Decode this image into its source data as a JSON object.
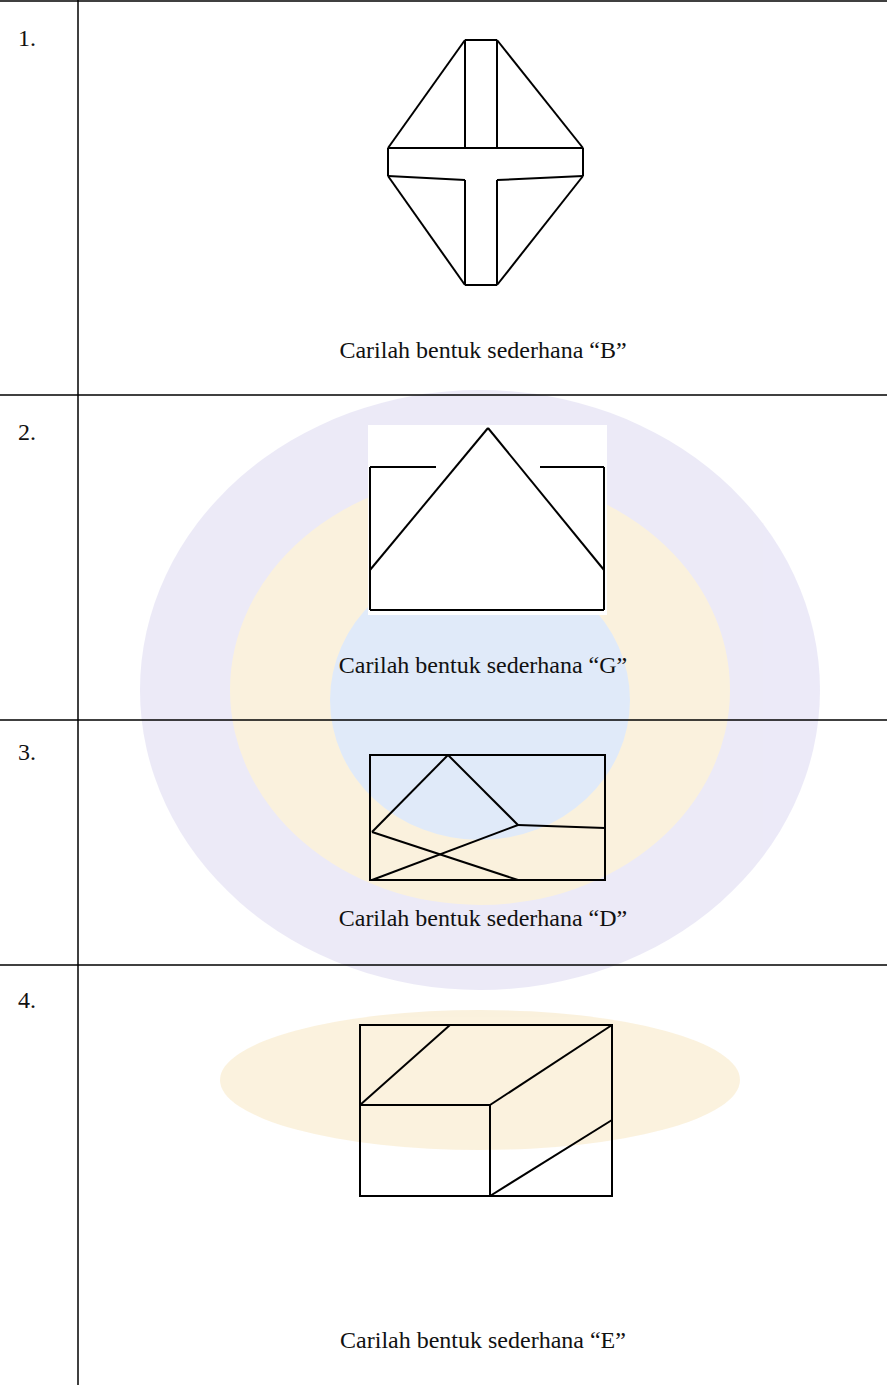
{
  "diagram": {
    "labels": [
      "1.",
      "Carilah bentuk sederhana “B”",
      "2.",
      "Carilah bentuk sederhana “G”",
      "3.",
      "Carilah bentuk sederhana “D”",
      "4.",
      "Carilah bentuk sederhana “E”"
    ]
  }
}
